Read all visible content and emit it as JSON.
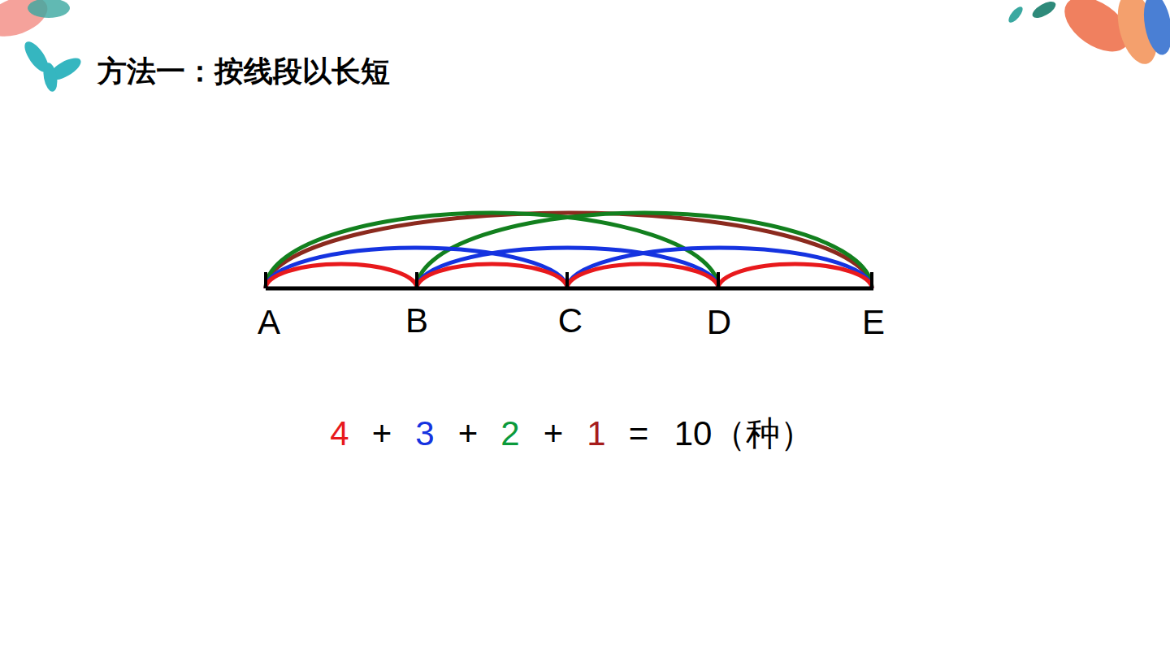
{
  "diagram": {
    "title": "方法一：按线段以长短",
    "labels": [
      "A",
      "B",
      "C",
      "D",
      "E",
      "4",
      "+",
      "3",
      "+",
      "2",
      "+",
      "1",
      "=",
      "10（种）"
    ]
  }
}
